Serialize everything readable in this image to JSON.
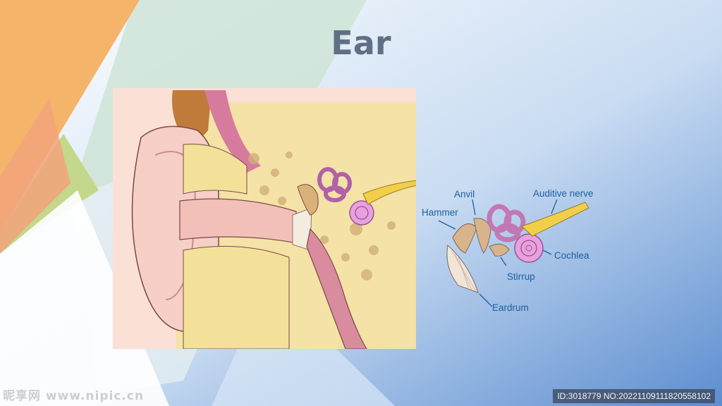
{
  "title": "Ear",
  "labels": {
    "anvil": "Anvil",
    "hammer": "Hammer",
    "auditive_nerve": "Auditive nerve",
    "cochlea": "Cochlea",
    "stirrup": "Stirrup",
    "eardrum": "Eardrum"
  },
  "watermark": {
    "left": "昵享网 www.nipic.cn",
    "right": "ID:3018779 NO:20221109111820558102"
  },
  "colors": {
    "label": "#1f5f9e",
    "skin": "#f6d0c8",
    "bone": "#efd996",
    "cochlea": "#e49ad4",
    "nerve": "#f0cf4c"
  }
}
